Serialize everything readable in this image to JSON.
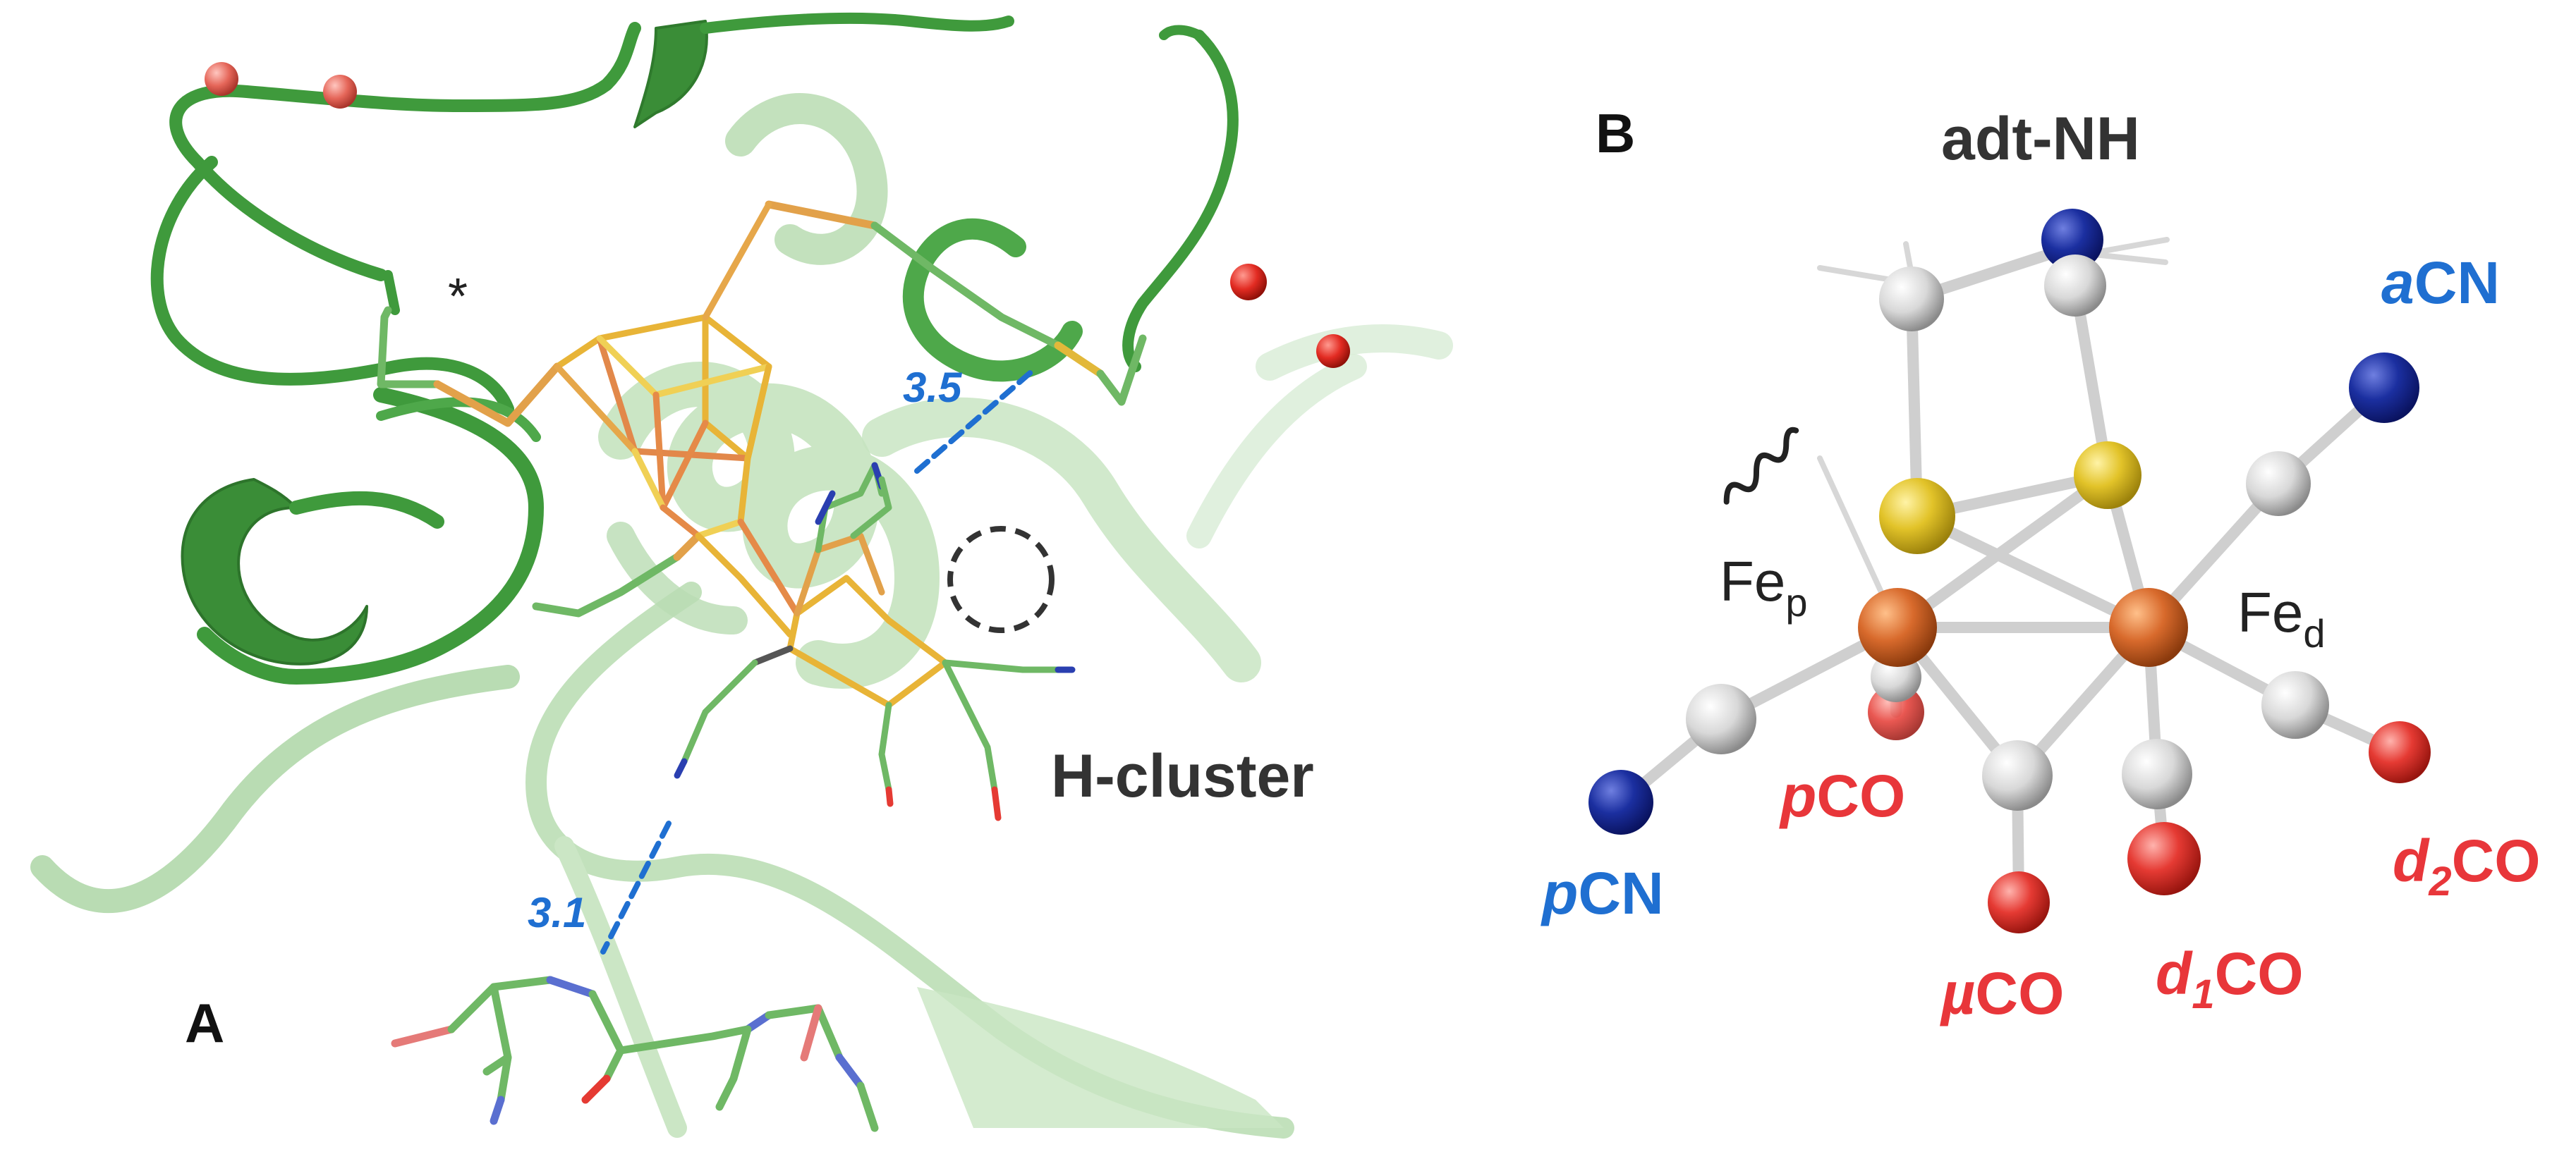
{
  "panel_a": {
    "letter": "A",
    "cluster_label": "H-cluster",
    "asterisk": "*",
    "distance_upper": "3.5",
    "distance_lower": "3.1"
  },
  "panel_b": {
    "letter": "B",
    "bridge_label": "adt-NH",
    "fe_proximal": {
      "main": "Fe",
      "sub": "p"
    },
    "fe_distal": {
      "main": "Fe",
      "sub": "d"
    },
    "ligands": {
      "aCN": {
        "italic": "a",
        "rest": "CN",
        "color": "#1f6fd1"
      },
      "pCN": {
        "italic": "p",
        "rest": "CN",
        "color": "#1f6fd1"
      },
      "pCO": {
        "italic": "p",
        "rest": "CO",
        "color": "#e8363a"
      },
      "muCO": {
        "italic": "µ",
        "rest": "CO",
        "color": "#e8363a"
      },
      "d1CO": {
        "italic": "d",
        "sub": "1",
        "rest": "CO",
        "color": "#e8363a"
      },
      "d2CO": {
        "italic": "d",
        "sub": "2",
        "rest": "CO",
        "color": "#e8363a"
      }
    }
  },
  "colors": {
    "cartoon_dark": "#3f9a3c",
    "cartoon_light": "#b9dcb3",
    "carbon_stick": "#6fb865",
    "iron": "#d86a2c",
    "sulfur": "#e2c329",
    "nitrogen": "#1b2fa0",
    "oxygen": "#e53a33",
    "carbon_sphere": "#e6e6e6",
    "water": "#e56659",
    "distance_line": "#1f6fd1"
  }
}
